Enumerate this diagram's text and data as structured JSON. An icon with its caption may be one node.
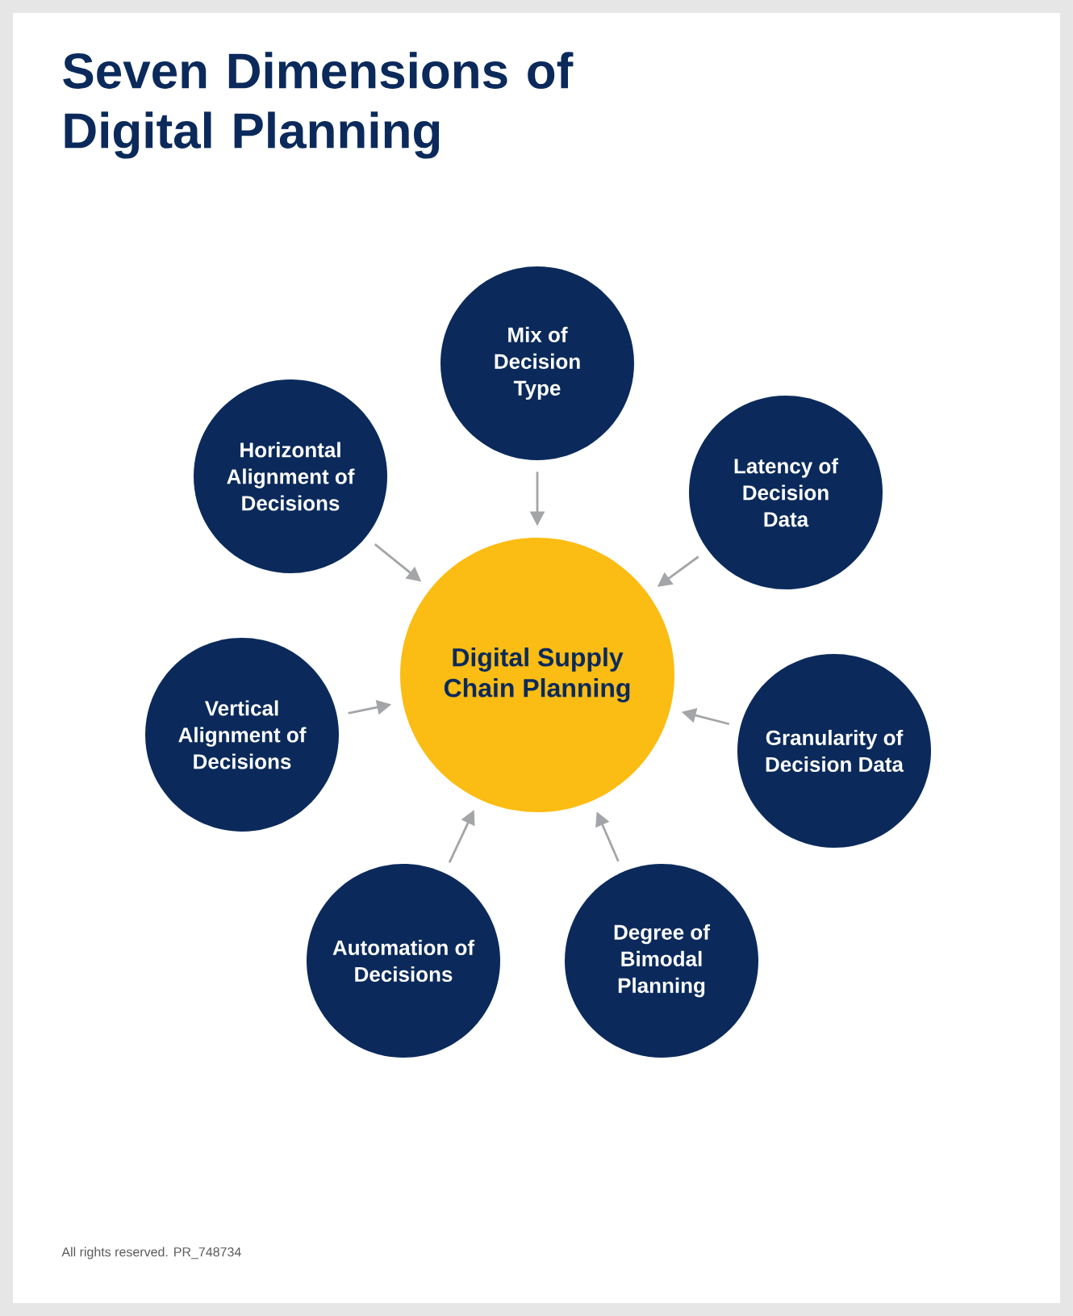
{
  "diagram": {
    "title": "Seven Dimensions of Digital Planning",
    "nodes": [
      {
        "text": [
          "Digital Supply Chain Planning"
        ]
      },
      {
        "text": [
          "Mix of Decision Type"
        ]
      },
      {
        "text": [
          "Latency of Decision Data"
        ]
      },
      {
        "text": [
          "Granularity of Decision Data"
        ]
      },
      {
        "text": [
          "Degree of Bimodal Planning"
        ]
      },
      {
        "text": [
          "Automation of Decisions"
        ]
      },
      {
        "text": [
          "Vertical Alignment of Decisions"
        ]
      },
      {
        "text": [
          "Horizontal Alignment of Decisions"
        ]
      }
    ],
    "edges": [
      {
        "from": 1,
        "to": 0,
        "arrow": "to"
      },
      {
        "from": 2,
        "to": 0,
        "arrow": "to"
      },
      {
        "from": 3,
        "to": 0,
        "arrow": "to"
      },
      {
        "from": 4,
        "to": 0,
        "arrow": "to"
      },
      {
        "from": 5,
        "to": 0,
        "arrow": "to"
      },
      {
        "from": 6,
        "to": 0,
        "arrow": "to"
      },
      {
        "from": 7,
        "to": 0,
        "arrow": "to"
      }
    ],
    "labels": [
      "All rights reserved. PR_748734"
    ]
  }
}
